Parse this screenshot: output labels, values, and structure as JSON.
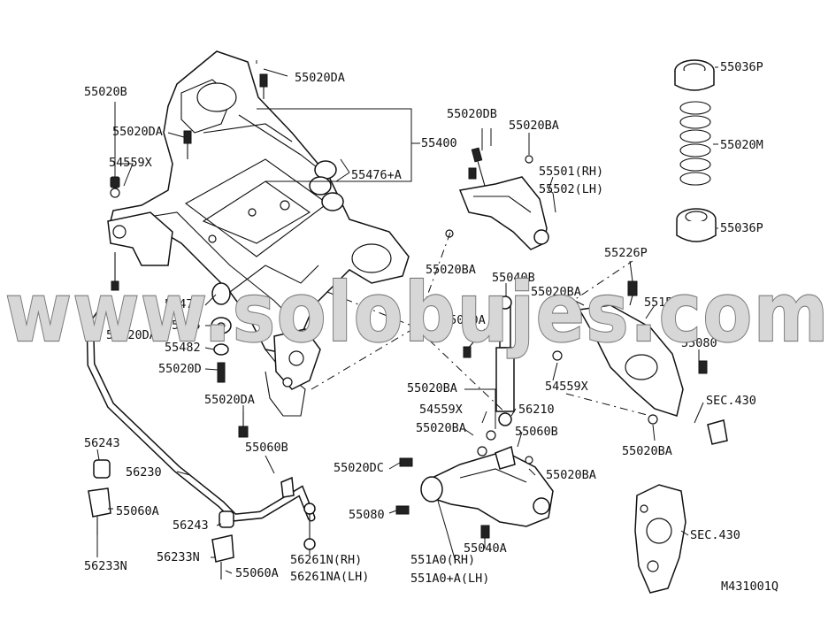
{
  "diagram": {
    "labels": {
      "p55020DA_top": "55020DA",
      "p55020B": "55020B",
      "p55020DA_left": "55020DA",
      "p54559X_left": "54559X",
      "p55400": "55400",
      "p55476A": "55476+A",
      "p55020DB": "55020DB",
      "p55020BA_top": "55020BA",
      "p55501": "55501(RH)",
      "p55502": "55502(LH)",
      "p55036P_top": "55036P",
      "p55020M": "55020M",
      "p55036P_bot": "55036P",
      "p55226P": "55226P",
      "p55040B": "55040B",
      "p55020BA_mid": "55020BA",
      "p551B0M": "551B0M",
      "p55020BA_left": "55020BA",
      "p55040A_mid": "55040A",
      "p55080_right": "55080",
      "p55476": "55476",
      "p55475": "55475",
      "p55482": "55482",
      "p55020D": "55020D",
      "p55020DA_low": "55020DA",
      "p55020DA_mid": "55020DA",
      "p54559X_right": "54559X",
      "p55020BA_c1": "55020BA",
      "p54559X_c": "54559X",
      "p55020BA_c2": "55020BA",
      "p56210": "56210",
      "p55060B_right": "55060B",
      "pSEC430_right": "SEC.430",
      "p55020BA_rlow": "55020BA",
      "p56243_left": "56243",
      "p55060B_left": "55060B",
      "p56230": "56230",
      "p55020DC": "55020DC",
      "p55020BA_cr": "55020BA",
      "p55060A_left": "55060A",
      "p55080_left": "55080",
      "p56243_mid": "56243",
      "p55040A_low": "55040A",
      "p56233N_mid": "56233N",
      "p55060A_mid": "55060A",
      "p56261N": "56261N(RH)",
      "p56261NA": "56261NA(LH)",
      "p551A0": "551A0(RH)",
      "p551A0A": "551A0+A(LH)",
      "p56233N_left": "56233N",
      "pSEC430_low": "SEC.430",
      "figure_code": "M431001Q"
    },
    "watermark": "www.solobujes.com"
  }
}
